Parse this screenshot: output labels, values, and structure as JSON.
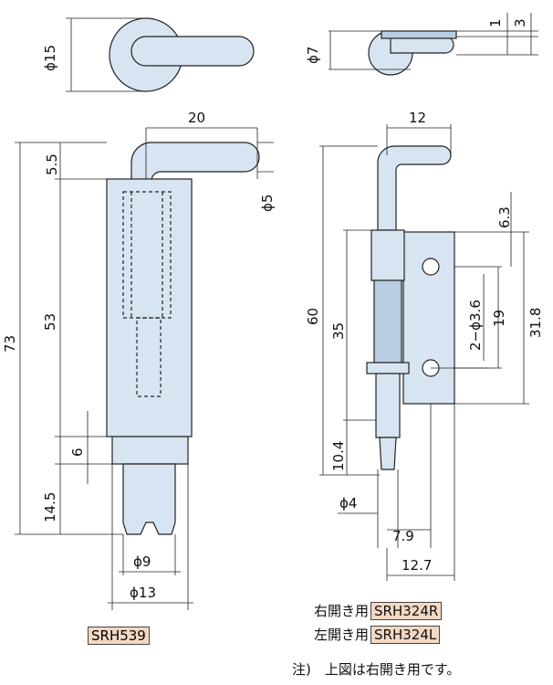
{
  "dims": {
    "top_phi15": "ϕ15",
    "top_phi7": "ϕ7",
    "top_1": "1",
    "top_3": "3",
    "d20": "20",
    "d5_5": "5.5",
    "d_phi5": "ϕ5",
    "d73": "73",
    "d53": "53",
    "d6": "6",
    "d14_5": "14.5",
    "d_phi9": "ϕ9",
    "d_phi13": "ϕ13",
    "d12": "12",
    "d6_3": "6.3",
    "d60": "60",
    "d35": "35",
    "d2_phi3_6": "2−ϕ3.6",
    "d19": "19",
    "d31_8": "31.8",
    "d10_4": "10.4",
    "d_phi4": "ϕ4",
    "d7_9": "7.9",
    "d12_7": "12.7"
  },
  "labels": {
    "right_use": "右開き用",
    "right_code": "SRH324R",
    "left_use": "左開き用",
    "left_code": "SRH324L",
    "model_left": "SRH539",
    "note": "注)　上図は右開き用です。"
  },
  "colors": {
    "fill": "#d7e5f2",
    "fill_dark": "#b8cde2",
    "line": "#222222",
    "highlight": "#f2d8c3"
  }
}
